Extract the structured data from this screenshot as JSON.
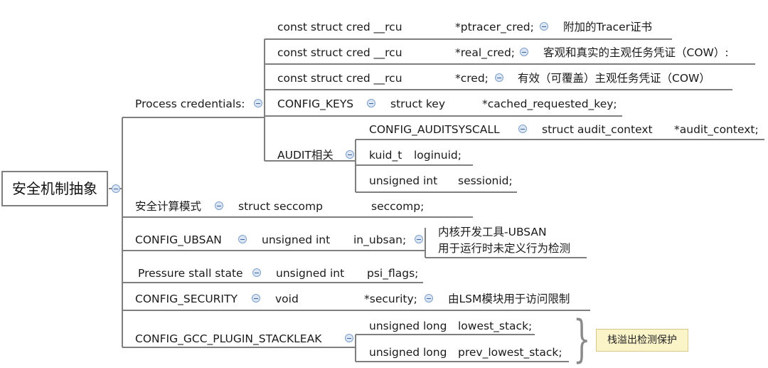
{
  "root": {
    "label": "安全机制抽象"
  },
  "process_credentials": {
    "label": "Process credentials:",
    "items": [
      {
        "decl": "const struct cred __rcu",
        "member": "*ptracer_cred;",
        "note": "附加的Tracer证书"
      },
      {
        "decl": "const struct cred __rcu",
        "member": "*real_cred;",
        "note": "客观和真实的主观任务凭证（COW）:"
      },
      {
        "decl": "const struct cred __rcu",
        "member": "*cred;",
        "note": "有效（可覆盖）主观任务凭证（COW）"
      },
      {
        "decl": "CONFIG_KEYS",
        "type": "struct key",
        "member": "*cached_requested_key;"
      }
    ],
    "audit": {
      "label": "AUDIT相关",
      "items": [
        {
          "decl": "CONFIG_AUDITSYSCALL",
          "type": "struct audit_context",
          "member": "*audit_context;"
        },
        {
          "decl": "kuid_t",
          "member": "loginuid;"
        },
        {
          "decl": "unsigned int",
          "member": "sessionid;"
        }
      ]
    }
  },
  "seccomp": {
    "label": "安全计算模式",
    "type": "struct seccomp",
    "member": "seccomp;"
  },
  "ubsan": {
    "label": "CONFIG_UBSAN",
    "type": "unsigned int",
    "member": "in_ubsan;",
    "note_line1": "内核开发工具-UBSAN",
    "note_line2": "用于运行时未定义行为检测"
  },
  "psi": {
    "label": "Pressure stall state",
    "type": "unsigned int",
    "member": "psi_flags;"
  },
  "security": {
    "label": "CONFIG_SECURITY",
    "type": "void",
    "member": "*security;",
    "note": "由LSM模块用于访问限制"
  },
  "stackleak": {
    "label": "CONFIG_GCC_PLUGIN_STACKLEAK",
    "items": [
      {
        "type": "unsigned long",
        "member": "lowest_stack;"
      },
      {
        "type": "unsigned long",
        "member": "prev_lowest_stack;"
      }
    ],
    "callout": "栈溢出检测保护"
  },
  "colors": {
    "line": "#7f7f7f",
    "dot_fill": "#dbe6f4",
    "dot_border": "#7ea0cc",
    "callout_bg": "#fbf4c9"
  }
}
